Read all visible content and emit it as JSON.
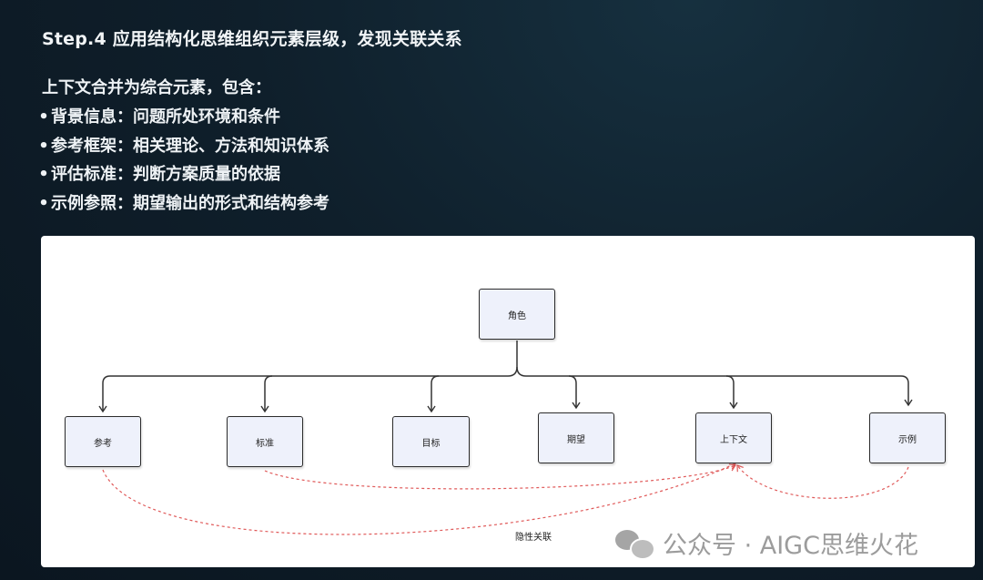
{
  "header": {
    "title": "Step.4 应用结构化思维组织元素层级，发现关联关系"
  },
  "intro": "上下文合并为综合元素，包含：",
  "bullets": [
    "背景信息：问题所处环境和条件",
    "参考框架：相关理论、方法和知识体系",
    "评估标准：判断方案质量的依据",
    "示例参照：期望输出的形式和结构参考"
  ],
  "bullet_symbol": "•",
  "diagram": {
    "root": "角色",
    "children": [
      "参考",
      "标准",
      "目标",
      "期望",
      "上下文",
      "示例"
    ],
    "implicit_label": "隐性关联",
    "implicit_links_to": "上下文",
    "implicit_links_from": [
      "参考",
      "标准",
      "示例"
    ],
    "colors": {
      "node_fill": "#eef1fb",
      "node_border": "#2b2b2b",
      "tree_edge": "#333333",
      "implicit_edge": "#e05a5a"
    }
  },
  "watermark": {
    "text": "公众号 · AIGC思维火花",
    "icon": "wechat-icon"
  }
}
